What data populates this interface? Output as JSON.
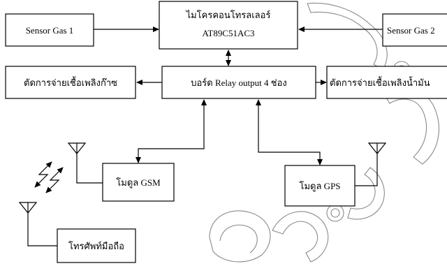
{
  "diagram": {
    "mcu_line1": "ไมโครคอนโทรลเลอร์",
    "mcu_line2": "AT89C51AC3",
    "sensor_gas_1": "Sensor Gas 1",
    "sensor_gas_2": "Sensor Gas 2",
    "relay_board": "บอร์ด Relay output 4 ช่อง",
    "gas_fuel_control": "ตัดการจ่ายเชื้อเพลิงก๊าซ",
    "oil_fuel_control": "ตัดการจ่ายเชื้อเพลิงน้ำมัน",
    "gsm_module": "โมดูล GSM",
    "gps_module": "โมดูล GPS",
    "mobile_phone": "โทรศัพท์มือถือ"
  },
  "colors": {
    "line": "#000000",
    "watermark": "#8a8a8a",
    "background": "#ffffff"
  }
}
